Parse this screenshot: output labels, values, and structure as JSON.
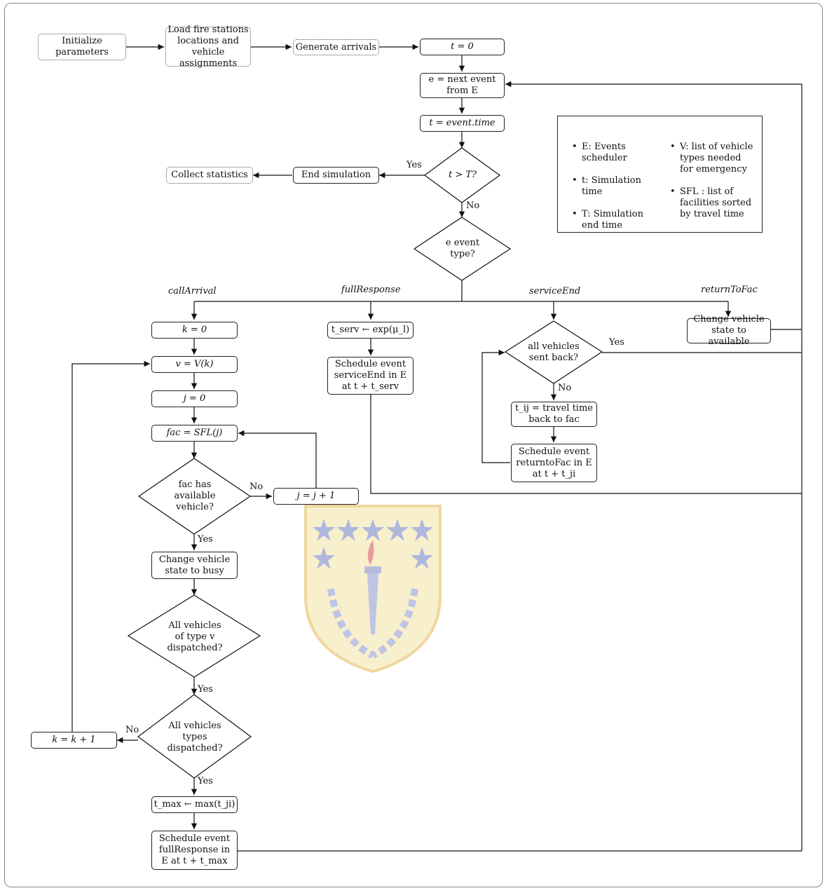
{
  "nodes": {
    "init_params": "Initialize parameters",
    "load_stations": "Load fire stations locations and vehicle assignments",
    "generate_arrivals": "Generate arrivals",
    "t_zero": "t = 0",
    "next_event": "e = next event from E",
    "t_event_time": "t = event.time",
    "t_gt_T": "t > T?",
    "end_sim": "End simulation",
    "collect_stats": "Collect statistics",
    "event_type": "e event type?",
    "k_zero": "k = 0",
    "v_Vk": "v = V(k)",
    "j_zero": "j = 0",
    "fac_SFL": "fac = SFL(j)",
    "fac_has": "fac has available vehicle?",
    "j_plus": "j = j + 1",
    "change_busy": "Change vehicle state to busy",
    "all_type_v": "All vehicles of type v dispatched?",
    "all_types": "All vehicles types dispatched?",
    "k_plus": "k = k + 1",
    "tmax": "t_max ← max(t_ji)",
    "sched_full": "Schedule event fullResponse in E at t + t_max",
    "tserv": "t_serv ← exp(μ_l)",
    "sched_serviceEnd": "Schedule event serviceEnd in E at t + t_serv",
    "all_sent_back": "all vehicles sent back?",
    "tij_travel": "t_ij = travel time back to fac",
    "sched_return": "Schedule event returntoFac in E at t + t_ji",
    "change_available": "Change vehicle state to available"
  },
  "edge_labels": {
    "yes": "Yes",
    "no": "No"
  },
  "branches": {
    "call_arrival": "callArrival",
    "full_response": "fullResponse",
    "service_end": "serviceEnd",
    "return_to_fac": "returnToFac"
  },
  "legend": {
    "items_left": [
      "E: Events scheduler",
      "t: Simulation time",
      "T: Simulation end time"
    ],
    "items_right": [
      "V: list of vehicle types needed for emergency",
      "SFL : list of facilities sorted by travel time"
    ]
  }
}
